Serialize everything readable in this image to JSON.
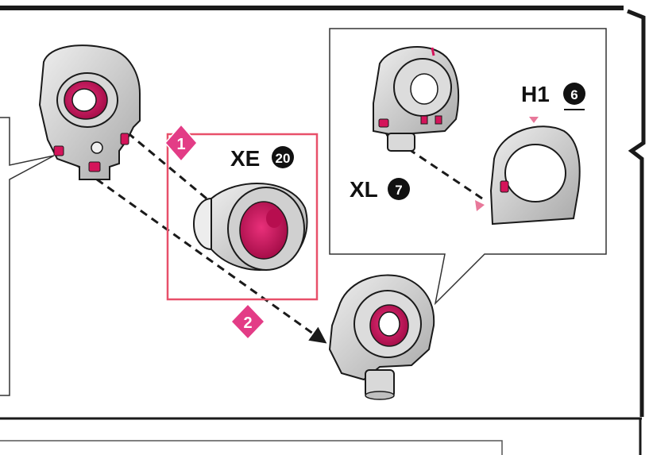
{
  "labels": {
    "part_xe": "XE",
    "part_xe_num": "20",
    "part_xl": "XL",
    "part_xl_num": "7",
    "part_h1": "H1",
    "part_h1_num": "6",
    "step_1": "1",
    "step_2": "2"
  },
  "colors": {
    "accent_magenta": "#d4145a",
    "highlight_box": "#e8506a",
    "part_gray": "#c9c9c9",
    "outline": "#1a1a1a"
  },
  "icons": {
    "assembly_part": "gear-housing-icon",
    "connector": "cylinder-connector-icon",
    "dial": "dial-ring-icon"
  }
}
